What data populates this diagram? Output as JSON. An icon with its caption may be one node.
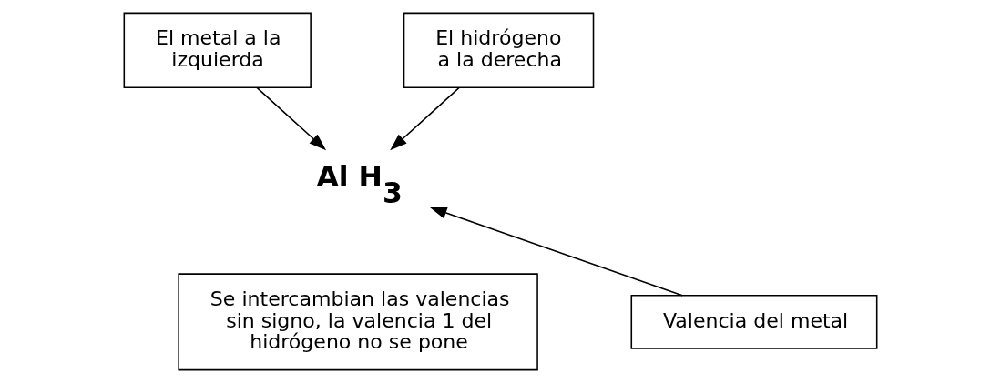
{
  "diagram": {
    "nodes": [
      {
        "text": [
          "El metal a la izquierda"
        ]
      },
      {
        "text": [
          "El hidrógeno a la derecha"
        ]
      },
      {
        "text": [
          "Al H$_{3}$"
        ]
      },
      {
        "text": [
          "Valencia del metal"
        ]
      },
      {
        "text": [
          "Se intercambian las valencias sin signo, la valencia 1 del hidrógeno no se pone"
        ]
      }
    ],
    "edges": [
      {
        "from": 0,
        "to": 2,
        "arrow": "to"
      },
      {
        "from": 1,
        "to": 2,
        "arrow": "to"
      },
      {
        "from": 3,
        "to": 2,
        "arrow": "to"
      }
    ]
  }
}
